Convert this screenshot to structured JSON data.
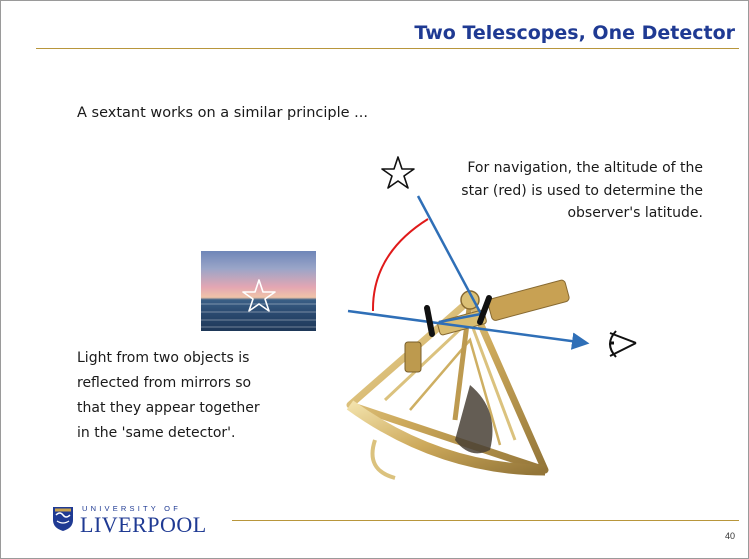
{
  "slide": {
    "title": "Two Telescopes, One Detector",
    "intro": "A sextant works on a similar principle ...",
    "navigation_note": "For navigation, the altitude of the star (red) is used to determine the observer's latitude.",
    "light_note_lines": [
      "Light from two objects is",
      "reflected from mirrors so",
      "that they appear together",
      "in the 'same detector'."
    ],
    "page_number": "40"
  },
  "logo": {
    "university_label": "UNIVERSITY OF",
    "name": "LIVERPOOL"
  },
  "colors": {
    "title": "#1f3a93",
    "rule": "#b8963b",
    "ray": "#2f6fb7",
    "altitude_arc": "#e01a1a",
    "mirror": "#111111"
  },
  "icons": [
    "star-icon",
    "eye-icon",
    "university-crest-icon"
  ]
}
